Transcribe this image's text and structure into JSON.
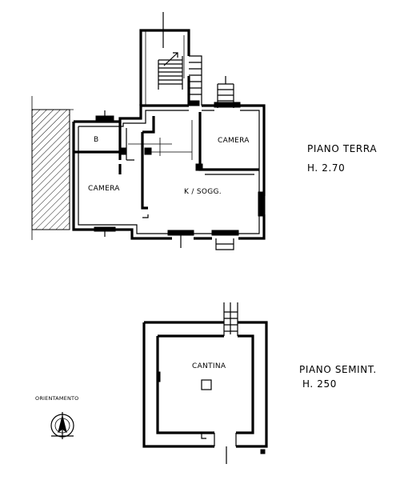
{
  "ground_floor": {
    "title": "PIANO TERRA",
    "height": "H. 2.70",
    "rooms": {
      "bath": "B",
      "camera_left": "CAMERA",
      "camera_right": "CAMERA",
      "living": "K / SOGG."
    }
  },
  "basement_floor": {
    "title": "PIANO SEMINT.",
    "height": "H. 250",
    "rooms": {
      "cellar": "CANTINA"
    }
  },
  "orientation": {
    "label": "ORIENTAMENTO"
  }
}
